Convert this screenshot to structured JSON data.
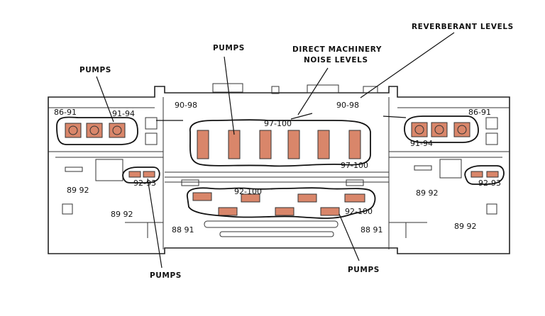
{
  "labels": {
    "pumps_top": "PUMPS",
    "pumps_left_top": "PUMPS",
    "direct_line1": "DIRECT MACHINERY",
    "direct_line2": "NOISE LEVELS",
    "reverberant": "REVERBERANT LEVELS",
    "pumps_bottom_left": "PUMPS",
    "pumps_bottom_right": "PUMPS"
  },
  "levels": {
    "left_86_91": "86-91",
    "left_91_94": "91-94",
    "left_92_93": "92-93",
    "left_89_92_a": "89 92",
    "left_89_92_b": "89 92",
    "left_88_91": "88 91",
    "center_90_98_left": "90-98",
    "center_97_100_top": "97-100",
    "center_97_100_bottom": "97-100",
    "center_92_100_top": "92-100",
    "center_92_100_bottom": "92-100",
    "center_90_98_right": "90-98",
    "right_86_91": "86-91",
    "right_91_94": "91-94",
    "right_92_93": "92-93",
    "right_89_92_a": "89 92",
    "right_89_92_b": "89 92",
    "right_88_91": "88 91"
  },
  "colors": {
    "pump_fill": "#d9866a",
    "lines": "#111111"
  }
}
